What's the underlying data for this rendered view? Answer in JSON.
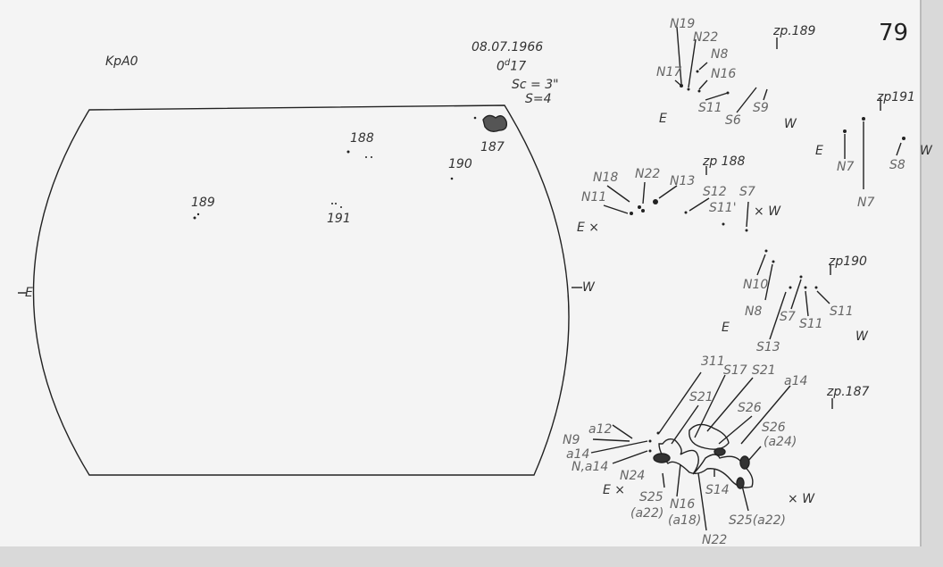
{
  "page_number": "79",
  "observatory": "KpA0",
  "date": "08.07.1966",
  "time": {
    "main": "0",
    "sup": "d",
    "rest": "17"
  },
  "scale": "Sc = 3\"",
  "seeing": "S=4",
  "disk": {
    "groups": [
      "188",
      "187",
      "190",
      "189",
      "191"
    ],
    "east": "E",
    "west": "W"
  },
  "group189": {
    "title": "zp.189",
    "labels": [
      "N19",
      "N22",
      "N8",
      "N17",
      "N16",
      "S11",
      "S6",
      "S9",
      "E",
      "W"
    ]
  },
  "group191": {
    "title": "zp191",
    "labels": [
      "E",
      "N7",
      "N7",
      "S8",
      "W"
    ]
  },
  "group188": {
    "title": "zp 188",
    "labels": [
      "N18",
      "N22",
      "N13",
      "N11",
      "S12",
      "S11'",
      "S7",
      "W",
      "E"
    ]
  },
  "group190": {
    "title": "zp190",
    "labels": [
      "N10",
      "N8",
      "S7",
      "S11",
      "S11",
      "E",
      "W",
      "S13"
    ]
  },
  "group187": {
    "title": "zp.187",
    "labels": [
      "311",
      "S21",
      "S17",
      "S21",
      "a14",
      "S26",
      "S26",
      "(a24)",
      "a12",
      "N9",
      "a14",
      "N,a14",
      "N24",
      "E",
      "S25",
      "(a22)",
      "N16",
      "(a18)",
      "S14",
      "N22",
      "S25(a22)",
      "W"
    ]
  }
}
